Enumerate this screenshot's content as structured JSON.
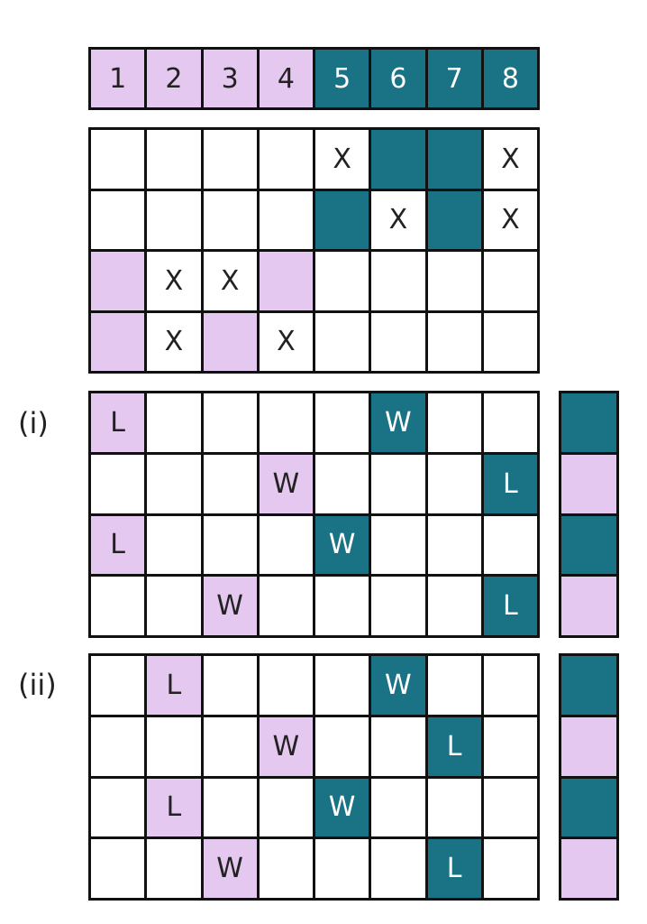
{
  "colors": {
    "purple": "#e5c8ef",
    "teal": "#1a7285"
  },
  "header": {
    "cells": [
      {
        "fill": "p",
        "text": "1"
      },
      {
        "fill": "p",
        "text": "2"
      },
      {
        "fill": "p",
        "text": "3"
      },
      {
        "fill": "p",
        "text": "4"
      },
      {
        "fill": "t",
        "text": "5"
      },
      {
        "fill": "t",
        "text": "6"
      },
      {
        "fill": "t",
        "text": "7"
      },
      {
        "fill": "t",
        "text": "8"
      }
    ]
  },
  "top_grid": {
    "rows": [
      [
        {
          "fill": "",
          "text": ""
        },
        {
          "fill": "",
          "text": ""
        },
        {
          "fill": "",
          "text": ""
        },
        {
          "fill": "",
          "text": ""
        },
        {
          "fill": "",
          "text": "X"
        },
        {
          "fill": "t",
          "text": ""
        },
        {
          "fill": "t",
          "text": ""
        },
        {
          "fill": "",
          "text": "X"
        }
      ],
      [
        {
          "fill": "",
          "text": ""
        },
        {
          "fill": "",
          "text": ""
        },
        {
          "fill": "",
          "text": ""
        },
        {
          "fill": "",
          "text": ""
        },
        {
          "fill": "t",
          "text": ""
        },
        {
          "fill": "",
          "text": "X"
        },
        {
          "fill": "t",
          "text": ""
        },
        {
          "fill": "",
          "text": "X"
        }
      ],
      [
        {
          "fill": "p",
          "text": ""
        },
        {
          "fill": "",
          "text": "X"
        },
        {
          "fill": "",
          "text": "X"
        },
        {
          "fill": "p",
          "text": ""
        },
        {
          "fill": "",
          "text": ""
        },
        {
          "fill": "",
          "text": ""
        },
        {
          "fill": "",
          "text": ""
        },
        {
          "fill": "",
          "text": ""
        }
      ],
      [
        {
          "fill": "p",
          "text": ""
        },
        {
          "fill": "",
          "text": "X"
        },
        {
          "fill": "p",
          "text": ""
        },
        {
          "fill": "",
          "text": "X"
        },
        {
          "fill": "",
          "text": ""
        },
        {
          "fill": "",
          "text": ""
        },
        {
          "fill": "",
          "text": ""
        },
        {
          "fill": "",
          "text": ""
        }
      ]
    ]
  },
  "grid_i": {
    "label": "(i)",
    "rows": [
      [
        {
          "fill": "p",
          "text": "L"
        },
        {
          "fill": "",
          "text": ""
        },
        {
          "fill": "",
          "text": ""
        },
        {
          "fill": "",
          "text": ""
        },
        {
          "fill": "",
          "text": ""
        },
        {
          "fill": "t",
          "text": "W"
        },
        {
          "fill": "",
          "text": ""
        },
        {
          "fill": "",
          "text": ""
        }
      ],
      [
        {
          "fill": "",
          "text": ""
        },
        {
          "fill": "",
          "text": ""
        },
        {
          "fill": "",
          "text": ""
        },
        {
          "fill": "p",
          "text": "W"
        },
        {
          "fill": "",
          "text": ""
        },
        {
          "fill": "",
          "text": ""
        },
        {
          "fill": "",
          "text": ""
        },
        {
          "fill": "t",
          "text": "L"
        }
      ],
      [
        {
          "fill": "p",
          "text": "L"
        },
        {
          "fill": "",
          "text": ""
        },
        {
          "fill": "",
          "text": ""
        },
        {
          "fill": "",
          "text": ""
        },
        {
          "fill": "t",
          "text": "W"
        },
        {
          "fill": "",
          "text": ""
        },
        {
          "fill": "",
          "text": ""
        },
        {
          "fill": "",
          "text": ""
        }
      ],
      [
        {
          "fill": "",
          "text": ""
        },
        {
          "fill": "",
          "text": ""
        },
        {
          "fill": "p",
          "text": "W"
        },
        {
          "fill": "",
          "text": ""
        },
        {
          "fill": "",
          "text": ""
        },
        {
          "fill": "",
          "text": ""
        },
        {
          "fill": "",
          "text": ""
        },
        {
          "fill": "t",
          "text": "L"
        }
      ]
    ],
    "side": [
      "t",
      "p",
      "t",
      "p"
    ]
  },
  "grid_ii": {
    "label": "(ii)",
    "rows": [
      [
        {
          "fill": "",
          "text": ""
        },
        {
          "fill": "p",
          "text": "L"
        },
        {
          "fill": "",
          "text": ""
        },
        {
          "fill": "",
          "text": ""
        },
        {
          "fill": "",
          "text": ""
        },
        {
          "fill": "t",
          "text": "W"
        },
        {
          "fill": "",
          "text": ""
        },
        {
          "fill": "",
          "text": ""
        }
      ],
      [
        {
          "fill": "",
          "text": ""
        },
        {
          "fill": "",
          "text": ""
        },
        {
          "fill": "",
          "text": ""
        },
        {
          "fill": "p",
          "text": "W"
        },
        {
          "fill": "",
          "text": ""
        },
        {
          "fill": "",
          "text": ""
        },
        {
          "fill": "t",
          "text": "L"
        },
        {
          "fill": "",
          "text": ""
        }
      ],
      [
        {
          "fill": "",
          "text": ""
        },
        {
          "fill": "p",
          "text": "L"
        },
        {
          "fill": "",
          "text": ""
        },
        {
          "fill": "",
          "text": ""
        },
        {
          "fill": "t",
          "text": "W"
        },
        {
          "fill": "",
          "text": ""
        },
        {
          "fill": "",
          "text": ""
        },
        {
          "fill": "",
          "text": ""
        }
      ],
      [
        {
          "fill": "",
          "text": ""
        },
        {
          "fill": "",
          "text": ""
        },
        {
          "fill": "p",
          "text": "W"
        },
        {
          "fill": "",
          "text": ""
        },
        {
          "fill": "",
          "text": ""
        },
        {
          "fill": "",
          "text": ""
        },
        {
          "fill": "t",
          "text": "L"
        },
        {
          "fill": "",
          "text": ""
        }
      ]
    ],
    "side": [
      "t",
      "p",
      "t",
      "p"
    ]
  }
}
